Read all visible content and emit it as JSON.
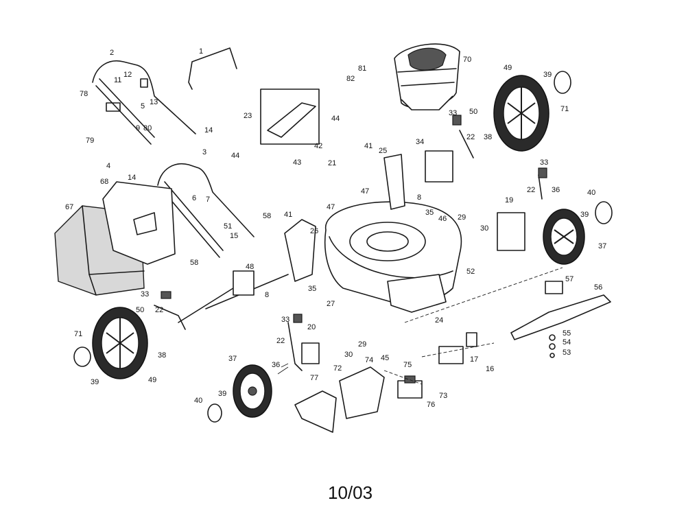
{
  "diagram": {
    "date_code": "10/03",
    "callouts": [
      "1",
      "2",
      "3",
      "4",
      "5",
      "6",
      "7",
      "8",
      "8",
      "9",
      "11",
      "12",
      "13",
      "14",
      "14",
      "15",
      "16",
      "17",
      "19",
      "20",
      "21",
      "22",
      "22",
      "22",
      "22",
      "23",
      "24",
      "25",
      "26",
      "27",
      "29",
      "29",
      "30",
      "30",
      "33",
      "33",
      "33",
      "33",
      "34",
      "35",
      "35",
      "36",
      "36",
      "37",
      "37",
      "38",
      "38",
      "39",
      "39",
      "39",
      "39",
      "40",
      "40",
      "41",
      "41",
      "42",
      "43",
      "44",
      "44",
      "45",
      "46",
      "47",
      "47",
      "48",
      "49",
      "49",
      "50",
      "50",
      "51",
      "52",
      "53",
      "54",
      "55",
      "56",
      "57",
      "58",
      "58",
      "67",
      "68",
      "70",
      "71",
      "71",
      "72",
      "73",
      "74",
      "75",
      "76",
      "77",
      "78",
      "79",
      "80",
      "81",
      "82"
    ]
  }
}
